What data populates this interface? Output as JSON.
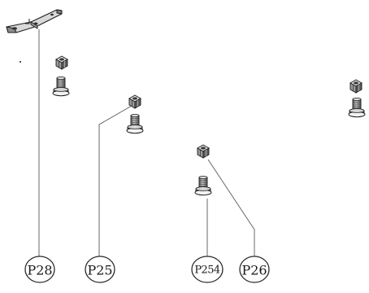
{
  "callouts": {
    "p28": "P28",
    "p25": "P25",
    "p254": "P254",
    "p26": "P26"
  },
  "colors": {
    "ink": "#1c1c1c",
    "metal_light": "#e6e6e6",
    "metal_mid": "#b9b9b9",
    "metal_dark": "#6e6e6e",
    "leader": "#5a5a5a",
    "background": "#ffffff"
  }
}
